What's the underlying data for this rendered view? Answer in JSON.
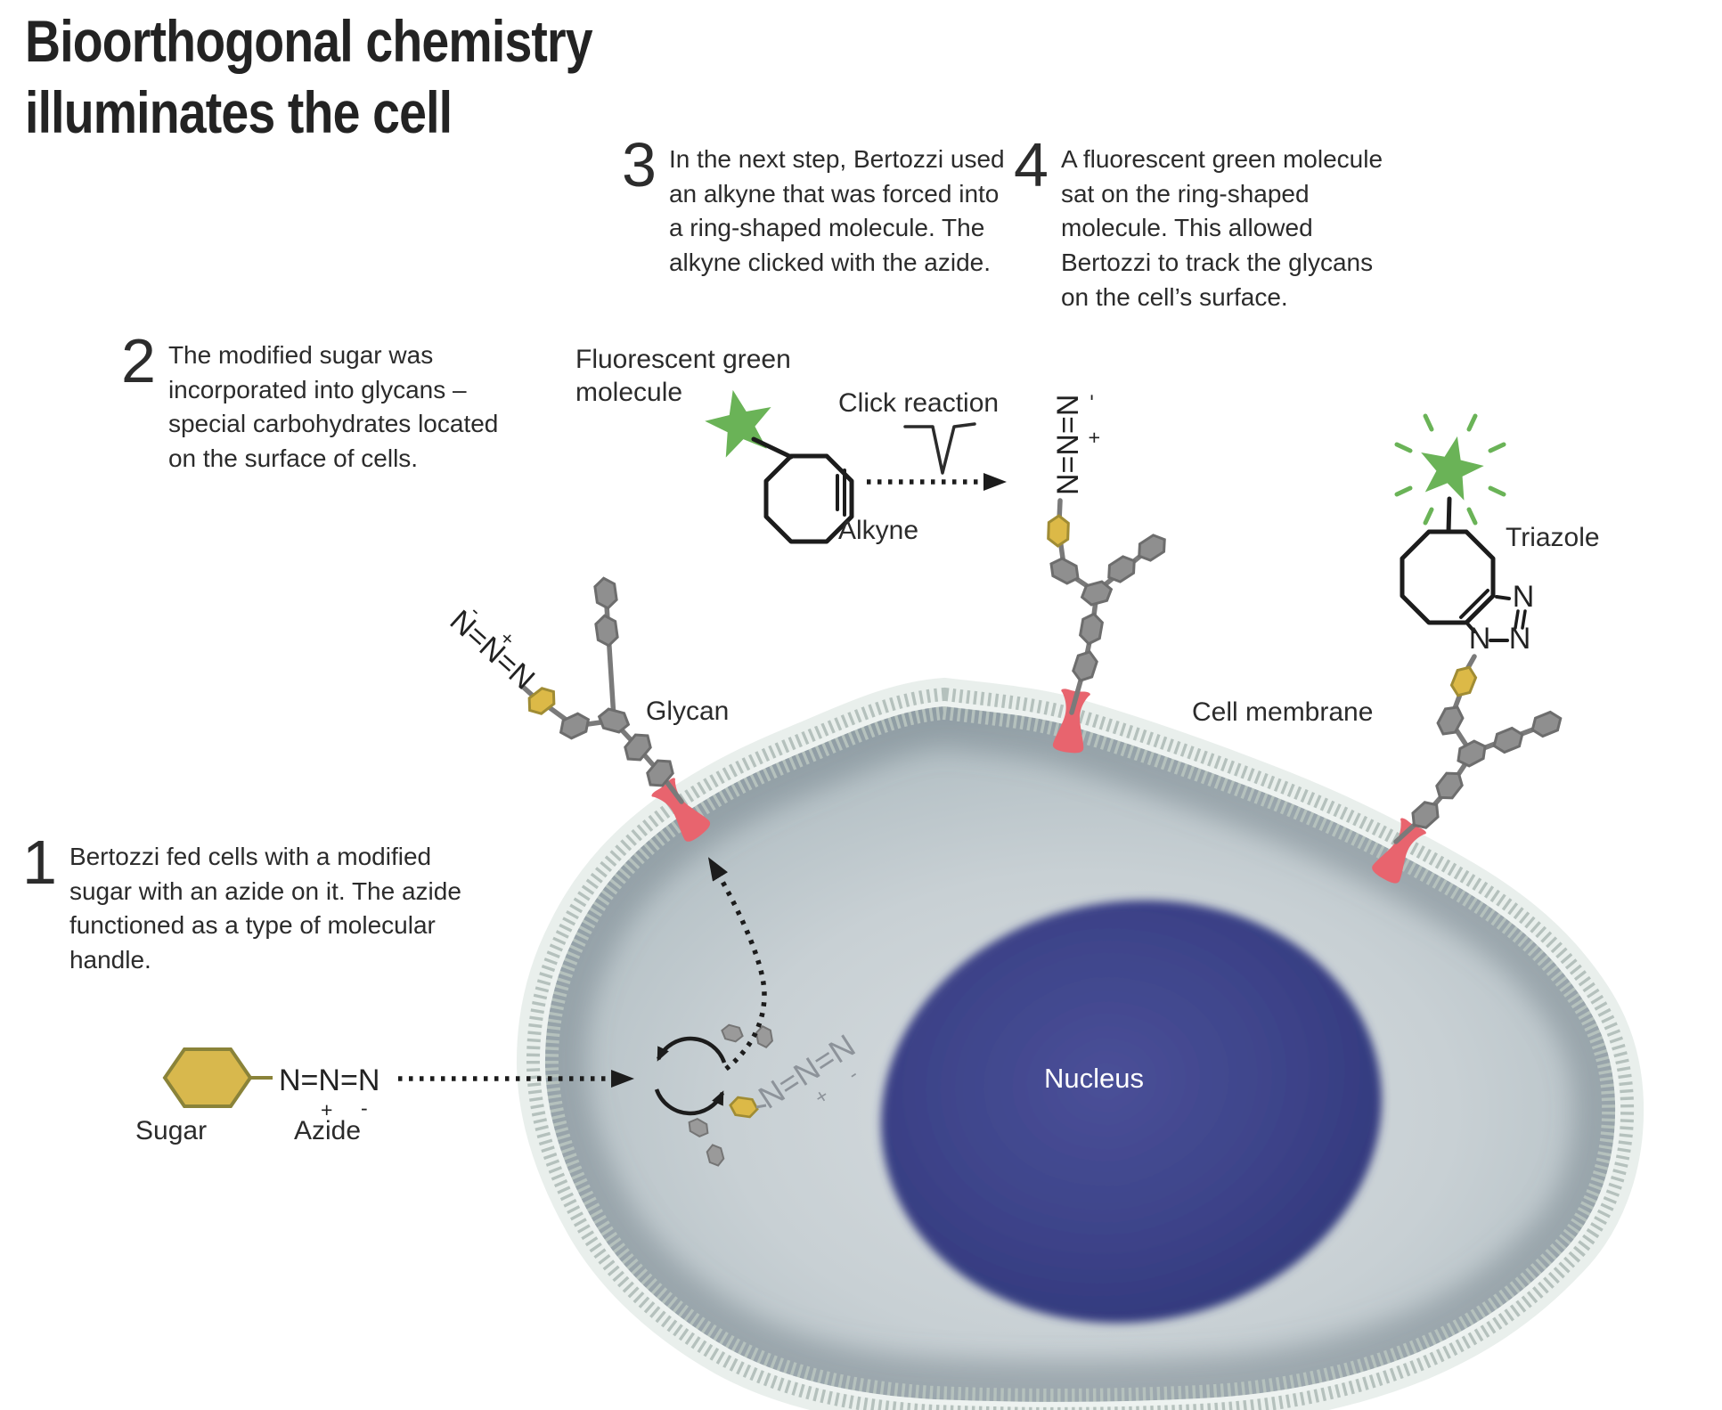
{
  "title": {
    "line1": "Bioorthogonal chemistry",
    "line2": "illuminates the cell"
  },
  "steps": [
    {
      "number": "1",
      "text": "Bertozzi fed cells with a modified sugar with an azide on it. The azide functioned as a type of molecular handle."
    },
    {
      "number": "2",
      "text": "The modified sugar was incorporated into glycans – special carbohydrates located on the surface of cells."
    },
    {
      "number": "3",
      "text": "In the next step, Bertozzi used an alkyne that was forced into a ring-shaped molecule. The alkyne clicked with the azide."
    },
    {
      "number": "4",
      "text": "A fluorescent green molecule sat on the ring-shaped molecule. This allowed Bertozzi to track the glycans on the cell’s surface."
    }
  ],
  "labels": {
    "fluorescent_green_molecule": "Fluorescent green molecule",
    "click_reaction": "Click reaction",
    "alkyne": "Alkyne",
    "glycan": "Glycan",
    "cell_membrane": "Cell membrane",
    "triazole": "Triazole",
    "sugar": "Sugar",
    "azide": "Azide",
    "nucleus": "Nucleus"
  },
  "chemistry": {
    "azide_formula": "N=N=N",
    "nitrogen": "N",
    "plus": "+",
    "minus": "-"
  },
  "colors": {
    "fluorescent_green": "#6ab357",
    "sugar_yellow": "#d8b84d",
    "glycan_gray": "#8f8f8f",
    "membrane_protein_red": "#e8646e",
    "nucleus_blue": "#3a4086",
    "cytoplasm_gray": "#c3cdd1",
    "membrane_tick_gray": "#b5c1bd",
    "text_dark": "#2b2b2b"
  }
}
